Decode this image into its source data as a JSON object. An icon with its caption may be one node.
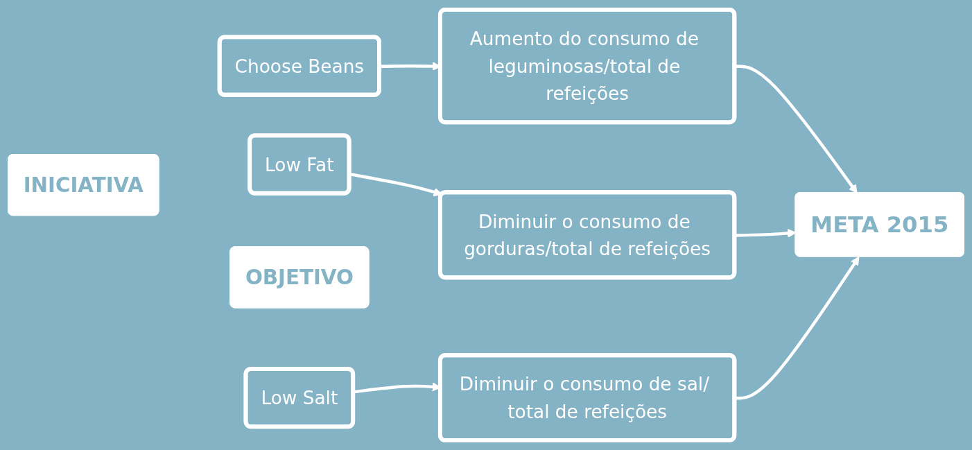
{
  "diagram": {
    "nodes": [
      {
        "text": [
          "INICIATIVA"
        ]
      },
      {
        "text": [
          "Choose Beans"
        ]
      },
      {
        "text": [
          "Low Fat"
        ]
      },
      {
        "text": [
          "Low Salt"
        ]
      },
      {
        "text": [
          "OBJETIVO"
        ]
      },
      {
        "text": [
          "Aumento do consumo de leguminosas/total de refeições"
        ]
      },
      {
        "text": [
          "Diminuir o consumo de gorduras/total de refeições"
        ]
      },
      {
        "text": [
          "Diminuir o consumo de sal/ total de refeições"
        ]
      },
      {
        "text": [
          "META 2015"
        ]
      }
    ],
    "edges": [
      {
        "from": 1,
        "to": 5,
        "arrow": "to"
      },
      {
        "from": 2,
        "to": 6,
        "arrow": "to"
      },
      {
        "from": 3,
        "to": 7,
        "arrow": "to"
      },
      {
        "from": 5,
        "to": 8,
        "arrow": "to"
      },
      {
        "from": 6,
        "to": 8,
        "arrow": "to"
      },
      {
        "from": 7,
        "to": 8,
        "arrow": "to"
      }
    ]
  }
}
